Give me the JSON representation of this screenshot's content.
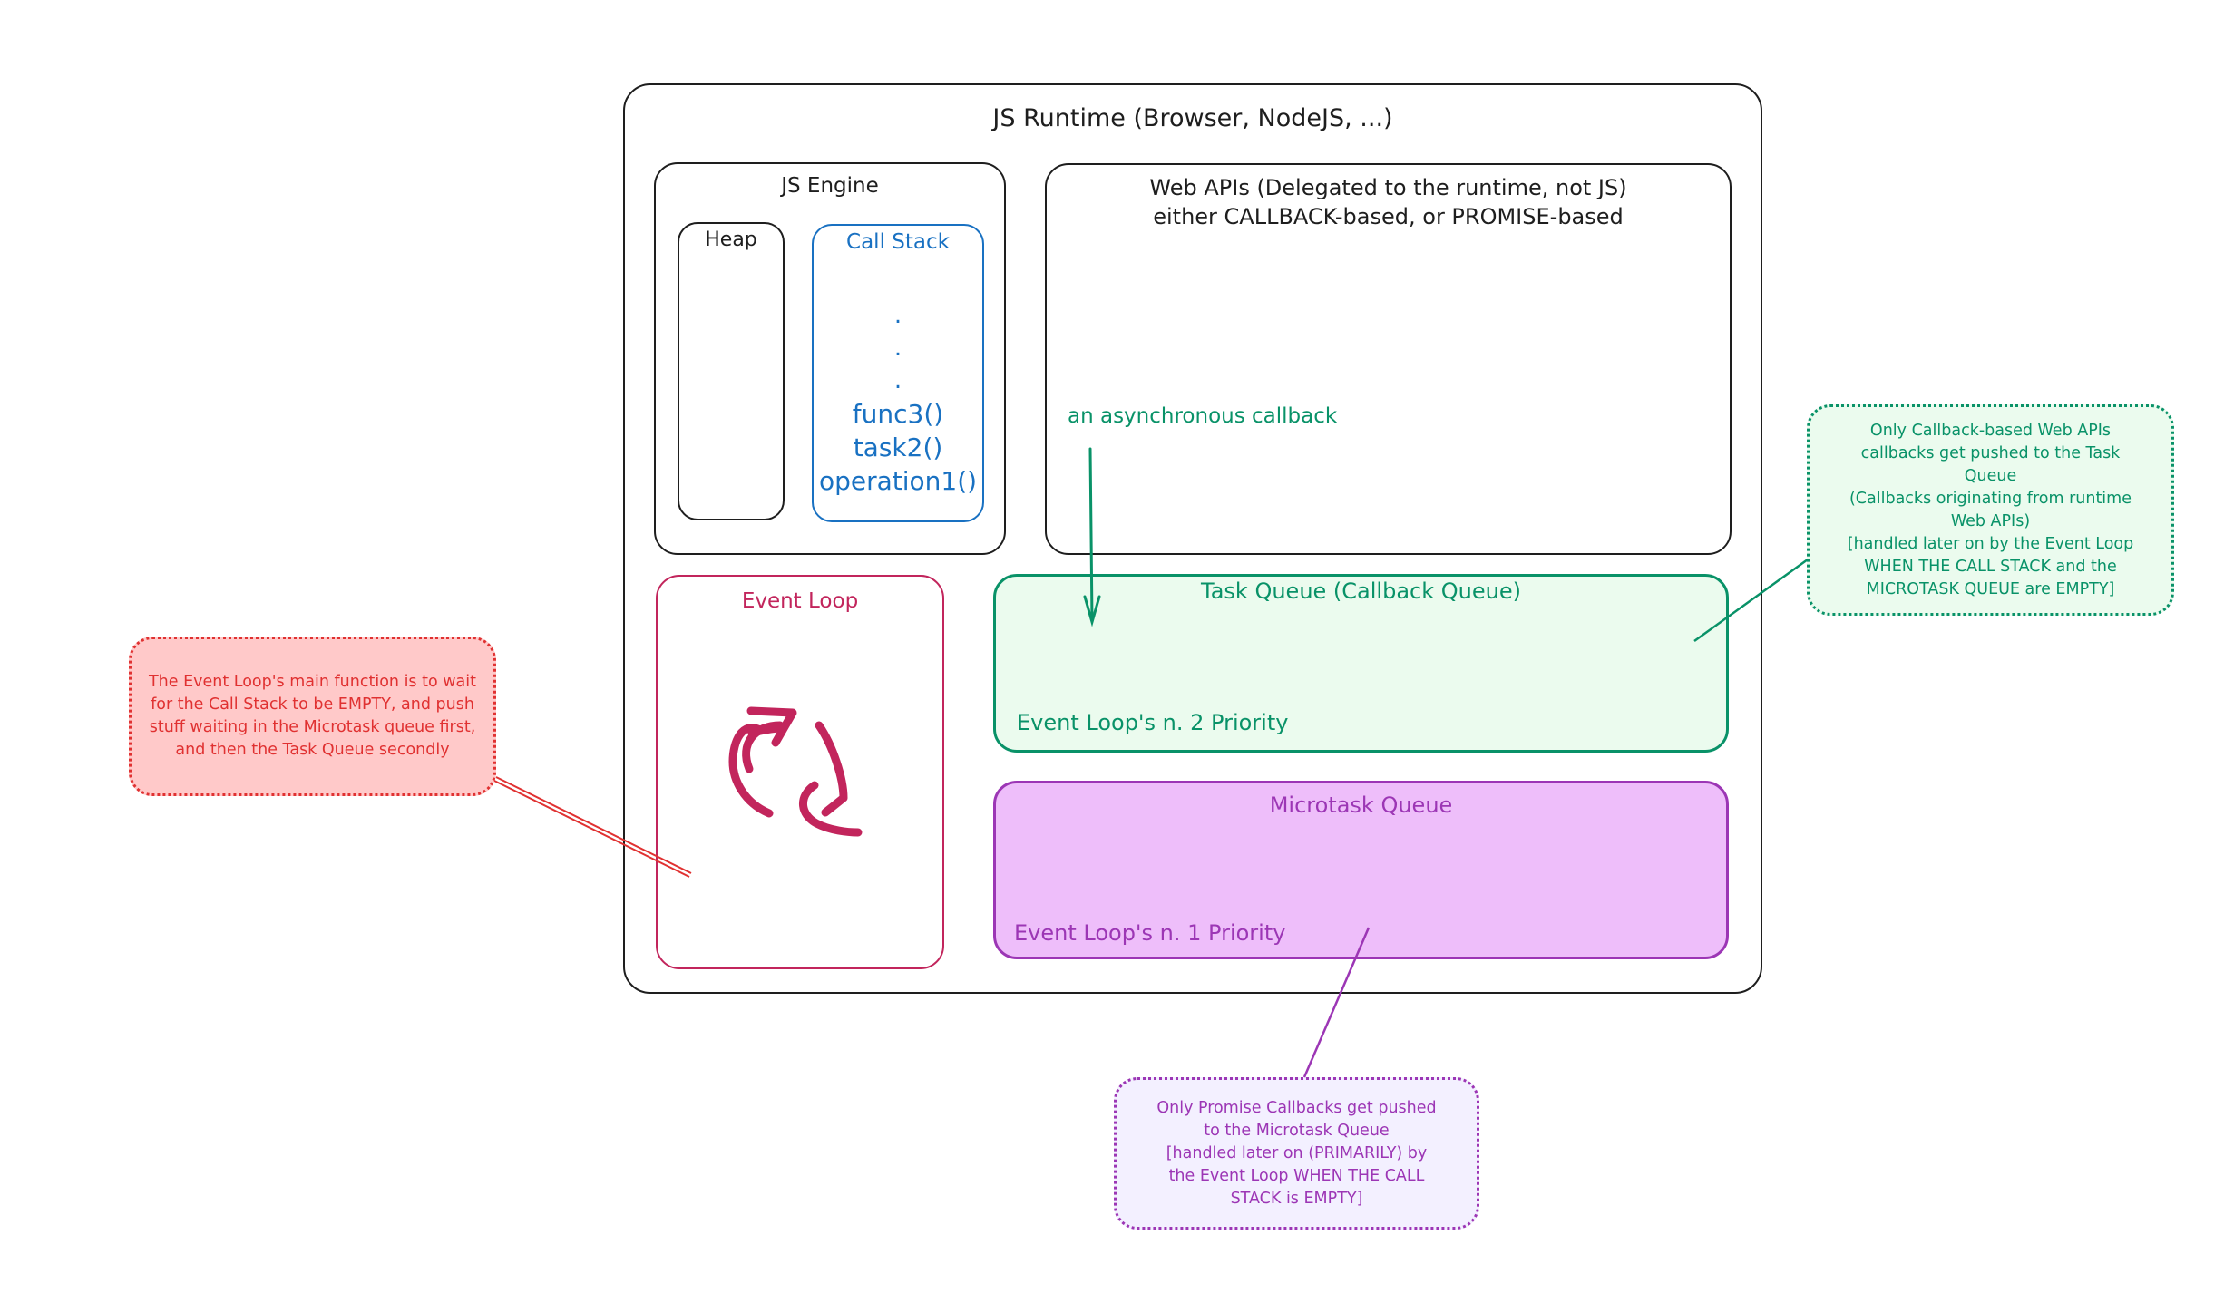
{
  "runtime": {
    "title": "JS Runtime (Browser, NodeJS, ...)"
  },
  "engine": {
    "title": "JS Engine",
    "heap": {
      "title": "Heap"
    },
    "call_stack": {
      "title": "Call Stack",
      "ellipsis": [
        ".",
        ".",
        "."
      ],
      "frames": [
        "func3()",
        "task2()",
        "operation1()"
      ]
    }
  },
  "web_apis": {
    "title_line1": "Web APIs (Delegated to the runtime, not JS)",
    "title_line2": "either CALLBACK-based, or PROMISE-based",
    "async_callback_label": "an asynchronous callback"
  },
  "event_loop": {
    "title": "Event Loop",
    "icon": "cycle-arrows-icon"
  },
  "task_queue": {
    "title": "Task Queue (Callback Queue)",
    "priority": "Event Loop's n. 2 Priority"
  },
  "microtask_queue": {
    "title": "Microtask Queue",
    "priority": "Event Loop's n. 1 Priority"
  },
  "notes": {
    "event_loop_note": "The Event Loop's main function is to wait for the Call Stack to be EMPTY, and push stuff waiting in the Microtask queue first, and then the Task Queue secondly",
    "task_queue_note": {
      "lines": [
        "Only Callback-based Web APIs",
        "callbacks get pushed to the Task",
        "Queue",
        "(Callbacks originating from runtime",
        "Web APIs)",
        "[handled later on by the Event Loop",
        "WHEN THE CALL STACK and the",
        "MICROTASK QUEUE are EMPTY]"
      ]
    },
    "microtask_note": {
      "lines": [
        "Only Promise Callbacks get pushed",
        "to the Microtask Queue",
        "[handled later on (PRIMARILY) by",
        "the Event Loop WHEN THE CALL",
        "STACK is EMPTY]"
      ]
    }
  },
  "colors": {
    "stroke": "#1e1e1e",
    "call_stack": "#1971c2",
    "event_loop": "#c2255c",
    "task_queue": "#099268",
    "task_queue_fill": "#ebfbee",
    "microtask": "#9c36b5",
    "microtask_fill": "#eebefa",
    "red_note": "#e03131",
    "red_note_fill": "#ffc9c9",
    "purple_note_fill": "#f3f0ff"
  }
}
